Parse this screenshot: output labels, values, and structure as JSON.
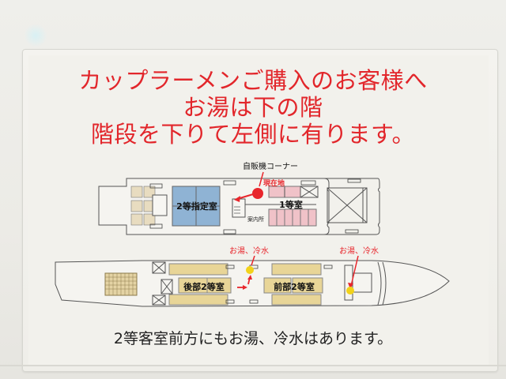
{
  "sign": {
    "headline": {
      "line1": "カップラーメンご購入のお客様へ",
      "line2": "お湯は下の階",
      "line3": "階段を下りて左側に有ります。"
    },
    "upper_deck": {
      "vending_corner_label": "自販機コーナー",
      "current_location_label": "現在地",
      "room_2nd_reserved": "2等指定室",
      "room_1st_class": "1等室",
      "information_desk": "案内所"
    },
    "lower_deck": {
      "hot_water_label_1": "お湯、冷水",
      "hot_water_label_2": "お湯、冷水",
      "room_rear_2nd": "後部2等室",
      "room_front_2nd": "前部2等室"
    },
    "footer": "2等客室前方にもお湯、冷水はあります。"
  },
  "colors": {
    "headline_red": "#e2262b",
    "reserved_room_blue": "#8fb3d4",
    "first_class_pink": "#f0c2c8",
    "second_class_yellow": "#e8d597",
    "hot_water_marker": "#f2d21a",
    "current_location_marker": "#e8262c"
  }
}
